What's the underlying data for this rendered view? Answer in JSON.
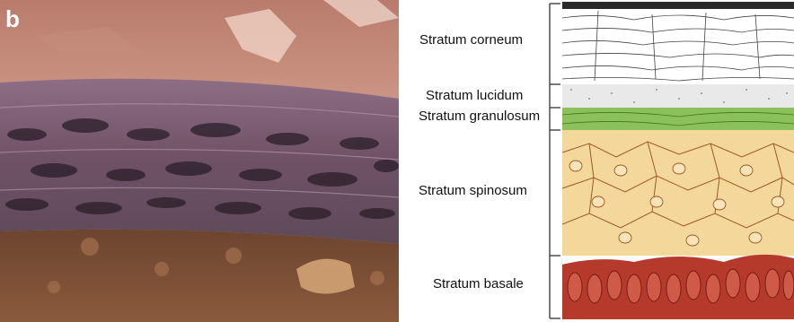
{
  "panel": {
    "letter": "b"
  },
  "layers": [
    {
      "id": "corneum",
      "label": "Stratum corneum",
      "color": "#ffffff"
    },
    {
      "id": "lucidum",
      "label": "Stratum lucidum",
      "color": "#e6e6e6"
    },
    {
      "id": "granulosum",
      "label": "Stratum granulosum",
      "color": "#6fae3a"
    },
    {
      "id": "spinosum",
      "label": "Stratum spinosum",
      "color": "#f2cf8a"
    },
    {
      "id": "basale",
      "label": "Stratum basale",
      "color": "#b83a2a"
    }
  ],
  "micrograph": {
    "top_color": "#c98a78",
    "middle_color": "#7a5a6e",
    "bottom_color": "#7a4a30"
  }
}
